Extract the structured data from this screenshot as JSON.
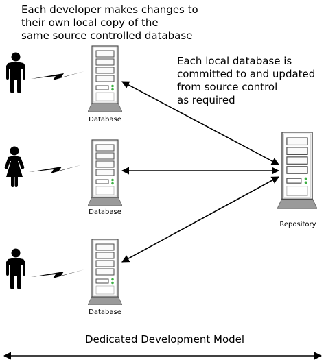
{
  "notes": {
    "developers": [
      "Each developer makes changes to",
      "their own local copy of the",
      "same source controlled database"
    ],
    "repository": [
      "Each local database is",
      "committed to and updated",
      "from source control",
      "as required"
    ]
  },
  "nodes": {
    "database_1_label": "Database",
    "database_2_label": "Database",
    "database_3_label": "Database",
    "repository_label": "Repository"
  },
  "footer": {
    "model_title": "Dedicated Development Model"
  },
  "icons": {
    "developer_1": "male-person-icon",
    "developer_2": "female-person-icon",
    "developer_3": "male-person-icon",
    "link": "lightning-bolt-icon",
    "database": "server-tower-icon",
    "repository": "server-tower-icon"
  },
  "colors": {
    "line": "#000000",
    "server_fill": "#f2f2f2",
    "server_stroke": "#4a4a4a",
    "server_base": "#9a9a9a",
    "led_green": "#3cb043"
  }
}
